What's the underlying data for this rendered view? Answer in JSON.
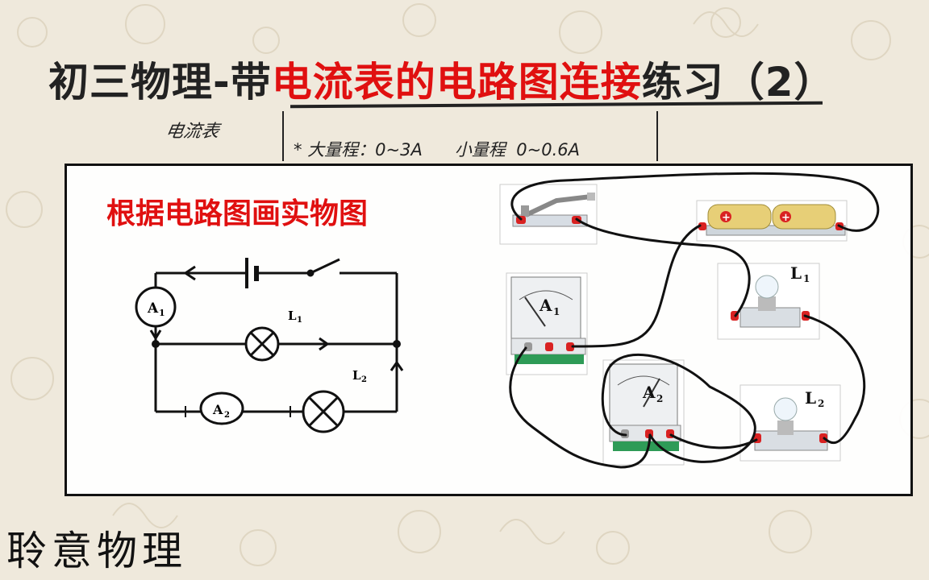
{
  "title": {
    "part1": "初三物理-带",
    "part2": "电流表的电路图连接",
    "part3": "练习（2）"
  },
  "handnote": {
    "label": "电流表",
    "range_text": "* 大量程：0~3A      小量程  0~0.6A"
  },
  "panel": {
    "subtitle": "根据电路图画实物图"
  },
  "schematic": {
    "ammeter1": "A",
    "ammeter1_sub": "1",
    "ammeter2": "A",
    "ammeter2_sub": "2",
    "lamp1": "L",
    "lamp1_sub": "1",
    "lamp2": "L",
    "lamp2_sub": "2"
  },
  "components": {
    "ammeter1": "A",
    "ammeter1_sub": "1",
    "ammeter2": "A",
    "ammeter2_sub": "2",
    "lamp1": "L",
    "lamp1_sub": "1",
    "lamp2": "L",
    "lamp2_sub": "2",
    "battery_plus": "+"
  },
  "watermark": "聆意物理",
  "colors": {
    "accent_red": "#e01010",
    "panel_border": "#111111",
    "terminal_red": "#d92222",
    "battery_gold": "#e7cf77",
    "base_green": "#2e9b57"
  }
}
